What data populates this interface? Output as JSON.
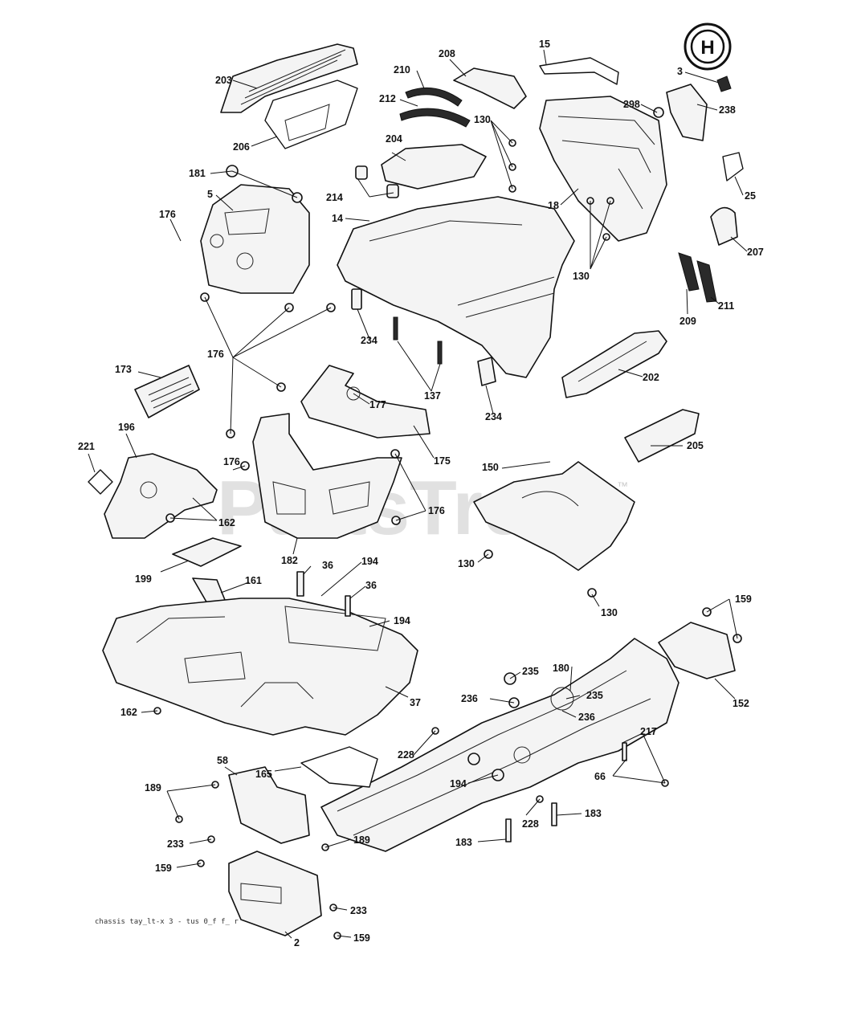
{
  "watermark": {
    "text": "PartsTree",
    "trademark": "™"
  },
  "caption": "chassis tay_lt-x 3 - tus 0_f f_ r",
  "brand_logo": {
    "name": "husqvarna-crown-logo",
    "glyph": "H"
  },
  "callouts": [
    "203",
    "206",
    "210",
    "212",
    "208",
    "15",
    "3",
    "298",
    "238",
    "130",
    "204",
    "214",
    "181",
    "5",
    "176",
    "14",
    "18",
    "25",
    "207",
    "130",
    "209",
    "211",
    "234",
    "137",
    "234",
    "202",
    "173",
    "176",
    "177",
    "175",
    "205",
    "196",
    "221",
    "176",
    "162",
    "176",
    "150",
    "182",
    "130",
    "199",
    "36",
    "194",
    "36",
    "161",
    "130",
    "159",
    "194",
    "180",
    "235",
    "236",
    "235",
    "236",
    "152",
    "162",
    "37",
    "228",
    "217",
    "66",
    "165",
    "58",
    "194",
    "189",
    "228",
    "183",
    "183",
    "233",
    "189",
    "159",
    "233",
    "159",
    "2"
  ]
}
